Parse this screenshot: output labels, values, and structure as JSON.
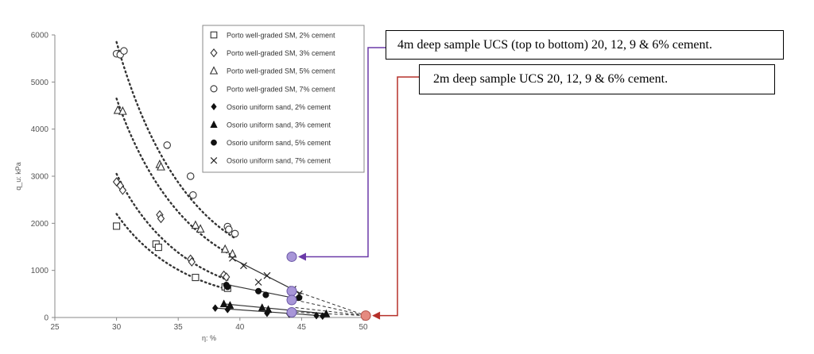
{
  "chart_data": {
    "type": "scatter",
    "title": "",
    "xlabel": "η: %",
    "ylabel": "q_u: kPa",
    "xlim": [
      25,
      50
    ],
    "ylim": [
      0,
      6000
    ],
    "xticks": [
      25,
      30,
      35,
      40,
      45,
      50
    ],
    "yticks": [
      0,
      1000,
      2000,
      3000,
      4000,
      5000,
      6000
    ],
    "grid": false,
    "legend_position": "top-right",
    "series": [
      {
        "name": "Porto well-graded SM, 2% cement",
        "marker": "square-open",
        "x": [
          30.0,
          33.2,
          33.4,
          36.4,
          38.8,
          39.0
        ],
        "y": [
          1940,
          1560,
          1490,
          850,
          650,
          620
        ],
        "trend": {
          "x": [
            30,
            39
          ],
          "y": [
            2200,
            600
          ]
        }
      },
      {
        "name": "Porto well-graded SM, 3% cement",
        "marker": "diamond-open",
        "x": [
          30.0,
          30.3,
          30.5,
          33.5,
          33.6,
          36.0,
          36.1,
          38.7,
          38.9
        ],
        "y": [
          2880,
          2800,
          2700,
          2180,
          2100,
          1240,
          1180,
          900,
          860
        ],
        "trend": {
          "x": [
            30,
            39
          ],
          "y": [
            3050,
            800
          ]
        }
      },
      {
        "name": "Porto well-graded SM, 5% cement",
        "marker": "triangle-open",
        "x": [
          30.1,
          30.5,
          33.5,
          33.6,
          36.4,
          36.8,
          38.8,
          39.4
        ],
        "y": [
          4400,
          4380,
          3250,
          3200,
          1960,
          1880,
          1450,
          1350
        ],
        "trend": {
          "x": [
            30,
            39.5
          ],
          "y": [
            4650,
            1300
          ]
        }
      },
      {
        "name": "Porto well-graded SM, 7% cement",
        "marker": "circle-open",
        "x": [
          30.0,
          30.3,
          30.6,
          34.1,
          36.0,
          36.2,
          39.0,
          39.1,
          39.6
        ],
        "y": [
          5600,
          5580,
          5660,
          3660,
          3000,
          2600,
          1930,
          1870,
          1780
        ],
        "trend": {
          "x": [
            30,
            39.5
          ],
          "y": [
            5850,
            1700
          ]
        }
      },
      {
        "name": "Osorio uniform sand, 2% cement",
        "marker": "diamond-filled",
        "x": [
          38.0,
          39.0,
          42.2,
          44.0,
          46.2,
          46.7
        ],
        "y": [
          200,
          170,
          90,
          70,
          40,
          30
        ],
        "trend": {
          "x": [
            38,
            47
          ],
          "y": [
            200,
            30
          ]
        }
      },
      {
        "name": "Osorio uniform sand, 3% cement",
        "marker": "triangle-filled",
        "x": [
          38.7,
          39.2,
          41.8,
          42.3,
          44.2,
          47.0
        ],
        "y": [
          290,
          260,
          210,
          170,
          110,
          80
        ],
        "trend": {
          "x": [
            38.7,
            47
          ],
          "y": [
            290,
            80
          ]
        }
      },
      {
        "name": "Osorio uniform sand, 5% cement",
        "marker": "circle-filled",
        "x": [
          38.9,
          39.0,
          41.5,
          42.1,
          44.3,
          44.8
        ],
        "y": [
          690,
          650,
          560,
          480,
          370,
          420
        ],
        "trend": {
          "x": [
            38.9,
            45
          ],
          "y": [
            700,
            380
          ]
        }
      },
      {
        "name": "Osorio uniform sand, 7% cement",
        "marker": "x",
        "x": [
          39.4,
          40.3,
          41.5,
          42.2,
          44.3,
          44.8
        ],
        "y": [
          1260,
          1100,
          750,
          890,
          600,
          500
        ],
        "trend": {
          "x": [
            39.4,
            45
          ],
          "y": [
            1250,
            500
          ]
        }
      }
    ],
    "highlight_points": {
      "sample_4m": {
        "color": "#a896d8",
        "stroke": "#6b58a6",
        "x": [
          44.2,
          44.2,
          44.2,
          44.2
        ],
        "y": [
          1290,
          560,
          370,
          110
        ]
      },
      "sample_2m": {
        "color": "#e58a80",
        "stroke": "#b35048",
        "x": [
          50.2
        ],
        "y": [
          40
        ]
      }
    },
    "extrapolation_lines": {
      "x_start": 44.5,
      "y_start": [
        560,
        370,
        210,
        110
      ],
      "x_end": 50.2,
      "y_end": [
        40,
        40,
        40,
        40
      ]
    },
    "annotations": [
      {
        "id": "4m",
        "text": "4m deep sample UCS (top to bottom) 20, 12, 9 & 6% cement.",
        "arrow_color": "#6b3aa8"
      },
      {
        "id": "2m",
        "text": "2m deep sample UCS 20, 12, 9 & 6% cement.",
        "arrow_color": "#b5302a"
      }
    ]
  }
}
